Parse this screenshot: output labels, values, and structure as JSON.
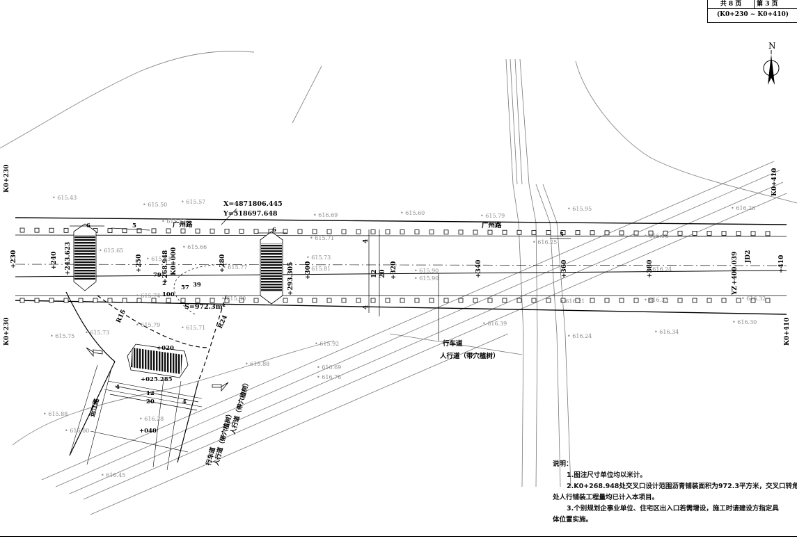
{
  "sheet": {
    "total_pages": "共 8 页",
    "page_no": "第 3 页",
    "range": "(K0+230 ~ K0+410)"
  },
  "north_label": "N",
  "roads": {
    "main_road": "广州路",
    "side_road": "运江路",
    "carriageway": "行车道",
    "sidewalk": "人行道（带穴植树）"
  },
  "coordinates": {
    "x": "X=4871806.445",
    "y": "Y=518697.648"
  },
  "stations": {
    "k230": "K0+230",
    "k410": "K0+410",
    "p230": "+230",
    "p240": "+240",
    "p243": "+243.623",
    "p250": "+250",
    "p268": "+268.948",
    "k000": "K0+000",
    "p280": "+280",
    "p293": "+293.305",
    "p300": "+300",
    "p320": "+320",
    "p340": "+340",
    "p360": "+360",
    "p380": "+380",
    "p400": "+400.039",
    "p410": "+410",
    "p020": "+020",
    "p025": "+025.285",
    "p040": "+040",
    "yz": "YZ",
    "jd2": "JD2"
  },
  "dims": {
    "d6a": "6",
    "d5a": "5",
    "d6b": "6",
    "d5b": "5",
    "d4a": "4",
    "d12": "12",
    "d20": "20",
    "d4b": "4",
    "r15": "R15",
    "r24": "R24",
    "area": "S=972.3m²",
    "angle": "79°",
    "d100": "100",
    "n2": "2",
    "n57": "57",
    "n39": "39",
    "s4a": "4",
    "s12": "12",
    "s20": "20",
    "s4b": "4"
  },
  "elevations": [
    {
      "v": "615.43"
    },
    {
      "v": "615.50"
    },
    {
      "v": "615.57"
    },
    {
      "v": "615.57"
    },
    {
      "v": "615.60"
    },
    {
      "v": "616.69"
    },
    {
      "v": "615.79"
    },
    {
      "v": "615.95"
    },
    {
      "v": "616.26"
    },
    {
      "v": "615.65"
    },
    {
      "v": "615.66"
    },
    {
      "v": "615.71"
    },
    {
      "v": "615.63"
    },
    {
      "v": "615.77"
    },
    {
      "v": "615.73"
    },
    {
      "v": "615.81"
    },
    {
      "v": "615.90"
    },
    {
      "v": "615.90"
    },
    {
      "v": "616.18"
    },
    {
      "v": "616.24"
    },
    {
      "v": "615.74"
    },
    {
      "v": "615.80"
    },
    {
      "v": "615.79"
    },
    {
      "v": "615.71"
    },
    {
      "v": "615.75"
    },
    {
      "v": "615.73"
    },
    {
      "v": "615.92"
    },
    {
      "v": "615.88"
    },
    {
      "v": "616.39"
    },
    {
      "v": "616.24"
    },
    {
      "v": "616.34"
    },
    {
      "v": "616.30"
    },
    {
      "v": "616.21"
    },
    {
      "v": "616.33"
    },
    {
      "v": "616.32"
    },
    {
      "v": "615.88"
    },
    {
      "v": "616.00"
    },
    {
      "v": "616.28"
    },
    {
      "v": "616.76"
    },
    {
      "v": "616.69"
    },
    {
      "v": "616.45"
    },
    {
      "v": "616.25"
    }
  ],
  "notes": {
    "heading": "说明：",
    "n1": "1.图注尺寸单位均以米计。",
    "n2a": "2.K0+268.948处交叉口设计范围沥青铺装面积为972.3平方米，交叉口转角",
    "n2b": "处人行铺装工程量均已计入本项目。",
    "n3a": "3.个别规划企事业单位、住宅区出入口若需增设，施工时请建设方指定具",
    "n3b": "体位置实施。"
  }
}
